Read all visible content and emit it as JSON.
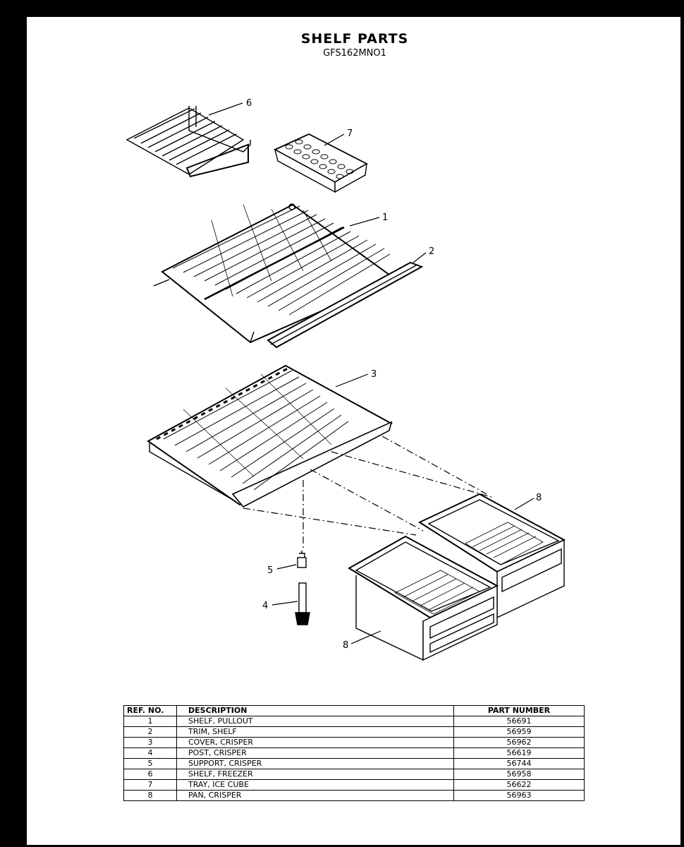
{
  "header": {
    "title": "SHELF PARTS",
    "model": "GFS162MNO1"
  },
  "callouts": [
    "6",
    "7",
    "1",
    "2",
    "3",
    "8",
    "5",
    "4",
    "8"
  ],
  "table": {
    "headers": {
      "ref": "REF. NO.",
      "desc": "DESCRIPTION",
      "part": "PART NUMBER"
    },
    "rows": [
      {
        "ref": "1",
        "desc": "SHELF, PULLOUT",
        "part": "56691"
      },
      {
        "ref": "2",
        "desc": "TRIM, SHELF",
        "part": "56959"
      },
      {
        "ref": "3",
        "desc": "COVER, CRISPER",
        "part": "56962"
      },
      {
        "ref": "4",
        "desc": "POST, CRISPER",
        "part": "56619"
      },
      {
        "ref": "5",
        "desc": "SUPPORT, CRISPER",
        "part": "56744"
      },
      {
        "ref": "6",
        "desc": "SHELF, FREEZER",
        "part": "56958"
      },
      {
        "ref": "7",
        "desc": "TRAY, ICE CUBE",
        "part": "56622"
      },
      {
        "ref": "8",
        "desc": "PAN, CRISPER",
        "part": "56963"
      }
    ]
  }
}
